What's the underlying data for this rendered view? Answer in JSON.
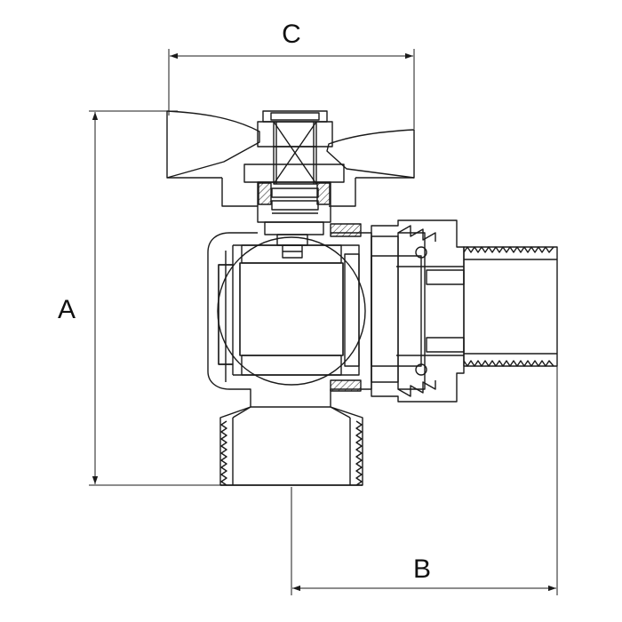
{
  "dimensions": {
    "a": "A",
    "b": "B",
    "c": "C"
  },
  "colors": {
    "stroke": "#1a1a1a",
    "background": "#ffffff"
  }
}
